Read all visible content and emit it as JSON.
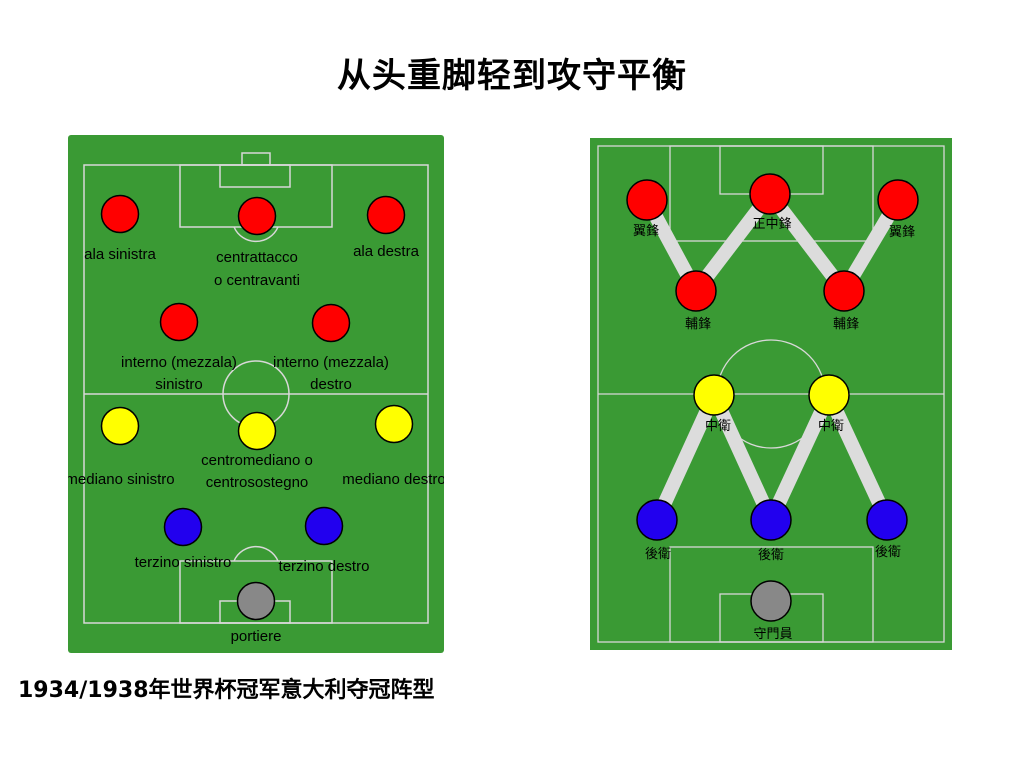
{
  "title": "从头重脚轻到攻守平衡",
  "caption": "1934/1938年世界杯冠军意大利夺冠阵型",
  "colors": {
    "pitch": "#3a9a34",
    "line": "#d8d8d8",
    "attack": "#ff0000",
    "midfield": "#ffff00",
    "defense": "#2200ee",
    "keeper": "#888888",
    "link": "#dcdcdc"
  },
  "left_pitch": {
    "players": [
      {
        "role": "attack",
        "lines": [
          "ala sinistra"
        ]
      },
      {
        "role": "attack",
        "lines": [
          "centrattacco",
          "o centravanti"
        ]
      },
      {
        "role": "attack",
        "lines": [
          "ala destra"
        ]
      },
      {
        "role": "attack",
        "lines": [
          "interno (mezzala)",
          "sinistro"
        ]
      },
      {
        "role": "attack",
        "lines": [
          "interno (mezzala)",
          "destro"
        ]
      },
      {
        "role": "midfield",
        "lines": [
          "mediano sinistro"
        ]
      },
      {
        "role": "midfield",
        "lines": [
          "centromediano o",
          "centrosostegno"
        ]
      },
      {
        "role": "midfield",
        "lines": [
          "mediano destro"
        ]
      },
      {
        "role": "defense",
        "lines": [
          "terzino sinistro"
        ]
      },
      {
        "role": "defense",
        "lines": [
          "terzino destro"
        ]
      },
      {
        "role": "keeper",
        "lines": [
          "portiere"
        ]
      }
    ]
  },
  "right_pitch": {
    "players": [
      {
        "role": "attack",
        "label": "翼鋒"
      },
      {
        "role": "attack",
        "label": "正中鋒"
      },
      {
        "role": "attack",
        "label": "翼鋒"
      },
      {
        "role": "attack",
        "label": "輔鋒"
      },
      {
        "role": "attack",
        "label": "輔鋒"
      },
      {
        "role": "midfield",
        "label": "中衛"
      },
      {
        "role": "midfield",
        "label": "中衛"
      },
      {
        "role": "defense",
        "label": "後衛"
      },
      {
        "role": "defense",
        "label": "後衛"
      },
      {
        "role": "defense",
        "label": "後衛"
      },
      {
        "role": "keeper",
        "label": "守門員"
      }
    ]
  }
}
